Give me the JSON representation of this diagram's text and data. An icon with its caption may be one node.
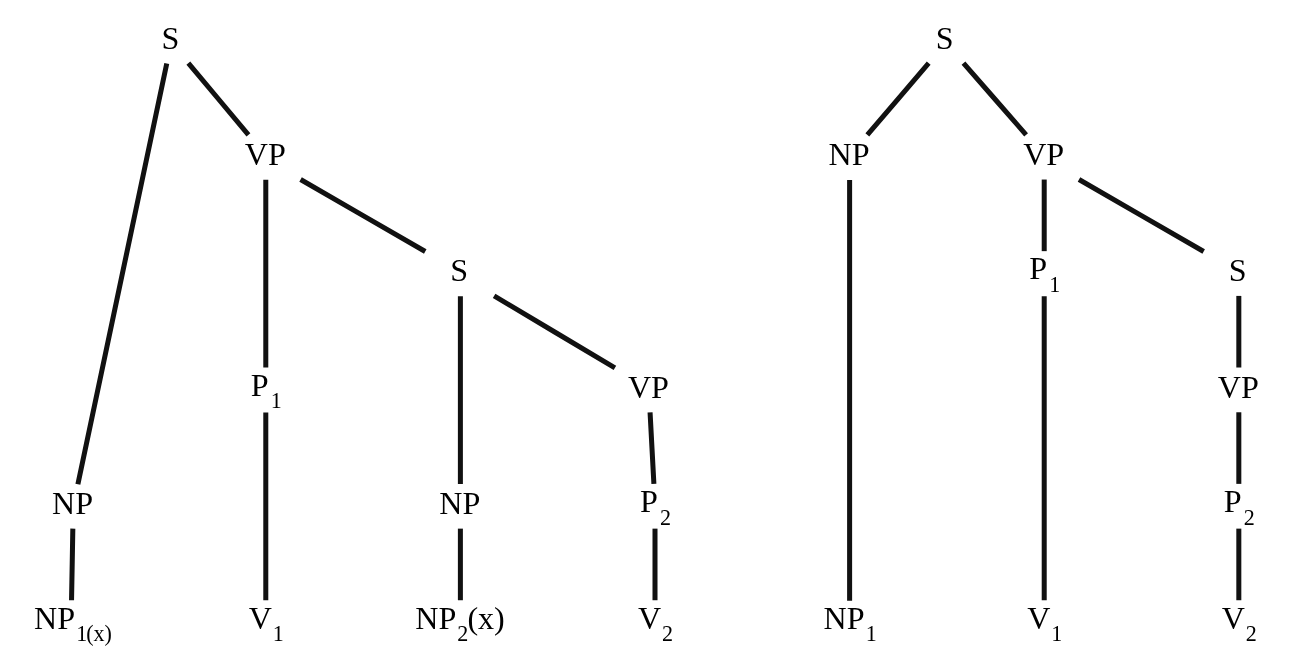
{
  "diagram": {
    "nodes": [
      {
        "text": [
          "S"
        ]
      },
      {
        "text": [
          "NP"
        ]
      },
      {
        "text": [
          "VP"
        ]
      },
      {
        "text": [
          "NP$_{1}$$_{(x)}$"
        ]
      },
      {
        "text": [
          "P$_{1}$"
        ]
      },
      {
        "text": [
          "V$_{1}$"
        ]
      },
      {
        "text": [
          "S"
        ]
      },
      {
        "text": [
          "NP"
        ]
      },
      {
        "text": [
          "VP"
        ]
      },
      {
        "text": [
          "NP$_{2}$(x)"
        ]
      },
      {
        "text": [
          "P$_{2}$"
        ]
      },
      {
        "text": [
          "V$_{2}$"
        ]
      },
      {
        "text": [
          "S"
        ]
      },
      {
        "text": [
          "NP"
        ]
      },
      {
        "text": [
          "VP"
        ]
      },
      {
        "text": [
          "NP$_{1}$"
        ]
      },
      {
        "text": [
          "P$_{1}$"
        ]
      },
      {
        "text": [
          "V$_{1}$"
        ]
      },
      {
        "text": [
          "S"
        ]
      },
      {
        "text": [
          "VP"
        ]
      },
      {
        "text": [
          "P$_{2}$"
        ]
      },
      {
        "text": [
          "V$_{2}$"
        ]
      }
    ],
    "edges": [
      {
        "from": 0,
        "to": 1,
        "arrow": "none"
      },
      {
        "from": 0,
        "to": 2,
        "arrow": "none"
      },
      {
        "from": 1,
        "to": 3,
        "arrow": "none"
      },
      {
        "from": 2,
        "to": 4,
        "arrow": "none"
      },
      {
        "from": 2,
        "to": 6,
        "arrow": "none"
      },
      {
        "from": 4,
        "to": 5,
        "arrow": "none"
      },
      {
        "from": 6,
        "to": 7,
        "arrow": "none"
      },
      {
        "from": 6,
        "to": 8,
        "arrow": "none"
      },
      {
        "from": 7,
        "to": 9,
        "arrow": "none"
      },
      {
        "from": 8,
        "to": 10,
        "arrow": "none"
      },
      {
        "from": 10,
        "to": 11,
        "arrow": "none"
      },
      {
        "from": 12,
        "to": 13,
        "arrow": "none"
      },
      {
        "from": 12,
        "to": 14,
        "arrow": "none"
      },
      {
        "from": 13,
        "to": 15,
        "arrow": "none"
      },
      {
        "from": 14,
        "to": 16,
        "arrow": "none"
      },
      {
        "from": 14,
        "to": 18,
        "arrow": "none"
      },
      {
        "from": 16,
        "to": 17,
        "arrow": "none"
      },
      {
        "from": 18,
        "to": 19,
        "arrow": "none"
      },
      {
        "from": 19,
        "to": 20,
        "arrow": "none"
      },
      {
        "from": 20,
        "to": 21,
        "arrow": "none"
      }
    ]
  }
}
